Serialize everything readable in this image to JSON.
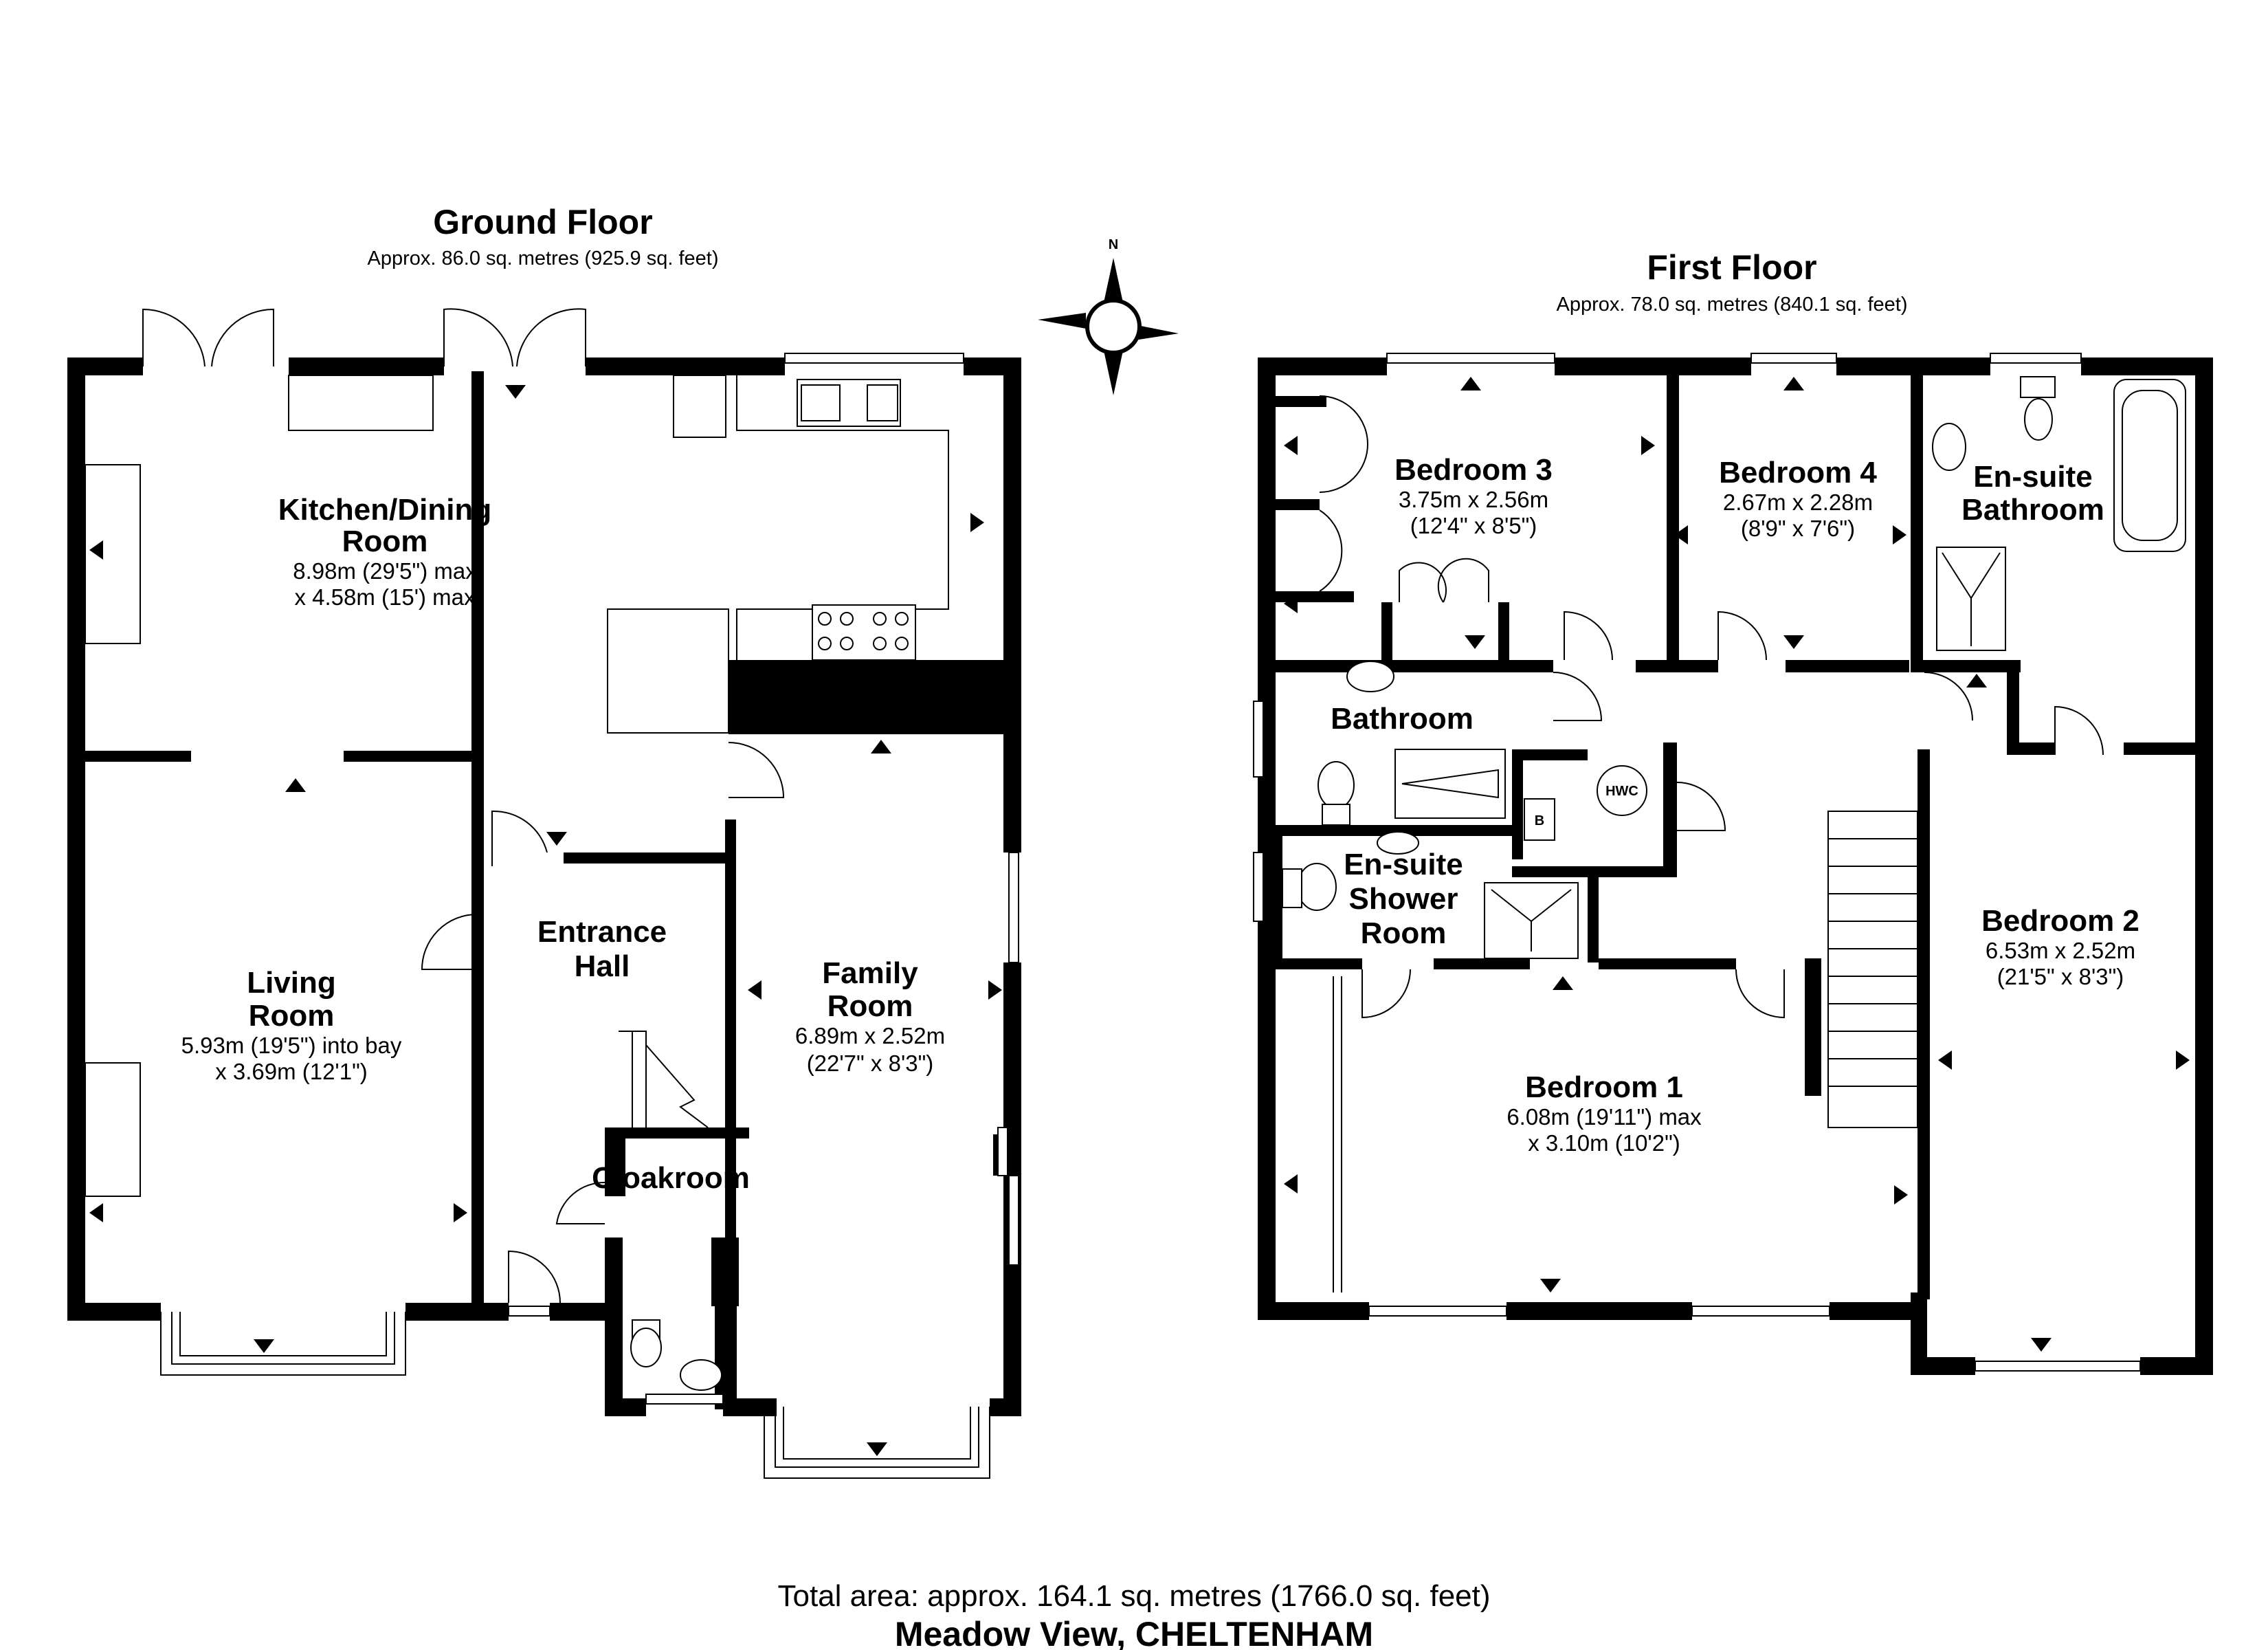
{
  "ground_floor": {
    "title": "Ground Floor",
    "area": "Approx. 86.0 sq. metres (925.9 sq. feet)",
    "rooms": {
      "kitchen": {
        "name": [
          "Kitchen/Dining",
          "Room"
        ],
        "dims": [
          "8.98m (29'5\") max",
          "x 4.58m (15') max"
        ]
      },
      "living": {
        "name": [
          "Living",
          "Room"
        ],
        "dims": [
          "5.93m (19'5\") into bay",
          "x 3.69m (12'1\")"
        ]
      },
      "hall": {
        "name": [
          "Entrance",
          "Hall"
        ],
        "dims": []
      },
      "family": {
        "name": [
          "Family",
          "Room"
        ],
        "dims": [
          "6.89m x 2.52m",
          "(22'7\" x 8'3\")"
        ]
      },
      "cloakroom": {
        "name": [
          "Cloakroom"
        ],
        "dims": []
      }
    }
  },
  "first_floor": {
    "title": "First Floor",
    "area": "Approx. 78.0 sq. metres (840.1 sq. feet)",
    "rooms": {
      "bedroom3": {
        "name": [
          "Bedroom 3"
        ],
        "dims": [
          "3.75m x 2.56m",
          "(12'4\" x 8'5\")"
        ]
      },
      "bedroom4": {
        "name": [
          "Bedroom 4"
        ],
        "dims": [
          "2.67m x 2.28m",
          "(8'9\" x 7'6\")"
        ]
      },
      "ensuite_bathroom": {
        "name": [
          "En-suite",
          "Bathroom"
        ],
        "dims": []
      },
      "bathroom": {
        "name": [
          "Bathroom"
        ],
        "dims": []
      },
      "ensuite_shower": {
        "name": [
          "En-suite",
          "Shower",
          "Room"
        ],
        "dims": []
      },
      "bedroom1": {
        "name": [
          "Bedroom 1"
        ],
        "dims": [
          "6.08m (19'11\") max",
          "x 3.10m (10'2\")"
        ]
      },
      "bedroom2": {
        "name": [
          "Bedroom 2"
        ],
        "dims": [
          "6.53m x 2.52m",
          "(21'5\" x 8'3\")"
        ]
      }
    },
    "labels": {
      "hwc": "HWC",
      "boiler": "B"
    }
  },
  "compass": {
    "north": "N"
  },
  "footer": {
    "total_area": "Total area: approx. 164.1 sq. metres (1766.0 sq. feet)",
    "address": "Meadow View, CHELTENHAM"
  }
}
